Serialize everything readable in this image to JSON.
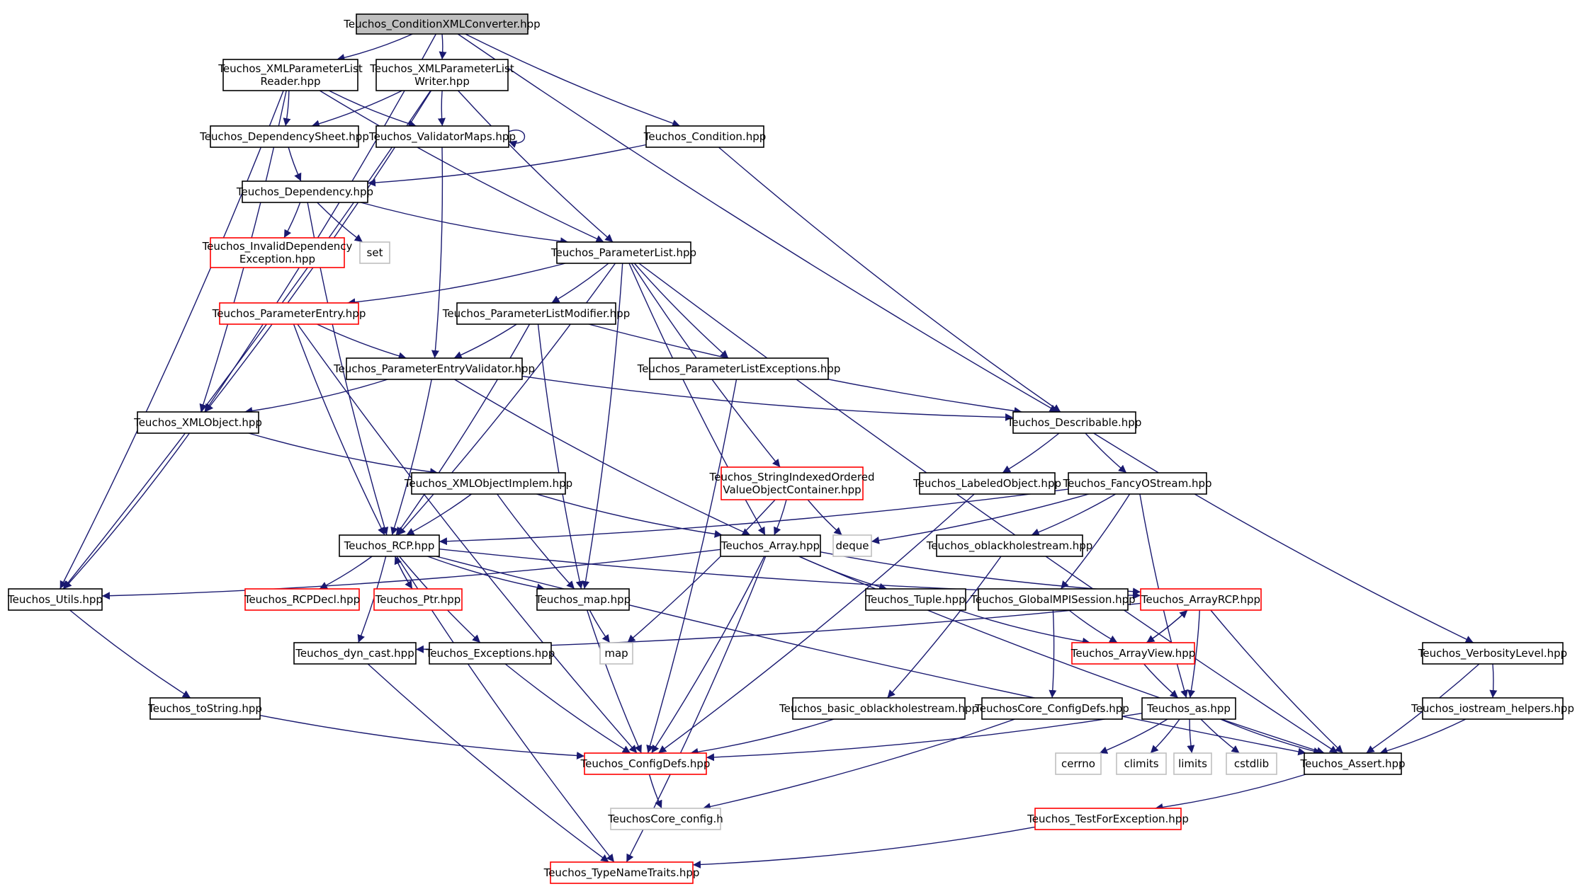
{
  "colors": {
    "edge": "#191970",
    "border_normal": "#000000",
    "border_truncated": "#ff0000",
    "border_external": "#bfbfbf",
    "root_fill": "#bfbfbf"
  },
  "nodes": [
    {
      "id": "root",
      "lines": [
        "Teuchos_ConditionXMLConverter.hpp"
      ],
      "kind": "root"
    },
    {
      "id": "reader",
      "lines": [
        "Teuchos_XMLParameterList",
        "Reader.hpp"
      ],
      "kind": "normal"
    },
    {
      "id": "writer",
      "lines": [
        "Teuchos_XMLParameterList",
        "Writer.hpp"
      ],
      "kind": "normal"
    },
    {
      "id": "depsheet",
      "lines": [
        "Teuchos_DependencySheet.hpp"
      ],
      "kind": "normal"
    },
    {
      "id": "valmaps",
      "lines": [
        "Teuchos_ValidatorMaps.hpp"
      ],
      "kind": "normal"
    },
    {
      "id": "condition",
      "lines": [
        "Teuchos_Condition.hpp"
      ],
      "kind": "normal"
    },
    {
      "id": "dependency",
      "lines": [
        "Teuchos_Dependency.hpp"
      ],
      "kind": "normal"
    },
    {
      "id": "invaliddep",
      "lines": [
        "Teuchos_InvalidDependency",
        "Exception.hpp"
      ],
      "kind": "truncated"
    },
    {
      "id": "set",
      "lines": [
        "set"
      ],
      "kind": "external"
    },
    {
      "id": "paramlist",
      "lines": [
        "Teuchos_ParameterList.hpp"
      ],
      "kind": "normal"
    },
    {
      "id": "paramentry",
      "lines": [
        "Teuchos_ParameterEntry.hpp"
      ],
      "kind": "truncated"
    },
    {
      "id": "plmodifier",
      "lines": [
        "Teuchos_ParameterListModifier.hpp"
      ],
      "kind": "normal"
    },
    {
      "id": "plexceptions",
      "lines": [
        "Teuchos_ParameterListExceptions.hpp"
      ],
      "kind": "normal"
    },
    {
      "id": "pevalidator",
      "lines": [
        "Teuchos_ParameterEntryValidator.hpp"
      ],
      "kind": "normal"
    },
    {
      "id": "xmlobject",
      "lines": [
        "Teuchos_XMLObject.hpp"
      ],
      "kind": "normal"
    },
    {
      "id": "describable",
      "lines": [
        "Teuchos_Describable.hpp"
      ],
      "kind": "normal"
    },
    {
      "id": "stringindexed",
      "lines": [
        "Teuchos_StringIndexedOrdered",
        "ValueObjectContainer.hpp"
      ],
      "kind": "truncated"
    },
    {
      "id": "labeled",
      "lines": [
        "Teuchos_LabeledObject.hpp"
      ],
      "kind": "normal"
    },
    {
      "id": "fancyostream",
      "lines": [
        "Teuchos_FancyOStream.hpp"
      ],
      "kind": "normal"
    },
    {
      "id": "xmlobjimpl",
      "lines": [
        "Teuchos_XMLObjectImplem.hpp"
      ],
      "kind": "normal"
    },
    {
      "id": "rcp",
      "lines": [
        "Teuchos_RCP.hpp"
      ],
      "kind": "normal"
    },
    {
      "id": "array",
      "lines": [
        "Teuchos_Array.hpp"
      ],
      "kind": "normal"
    },
    {
      "id": "deque",
      "lines": [
        "deque"
      ],
      "kind": "external"
    },
    {
      "id": "oblackhole",
      "lines": [
        "Teuchos_oblackholestream.hpp"
      ],
      "kind": "normal"
    },
    {
      "id": "utils",
      "lines": [
        "Teuchos_Utils.hpp"
      ],
      "kind": "normal"
    },
    {
      "id": "rcpdecl",
      "lines": [
        "Teuchos_RCPDecl.hpp"
      ],
      "kind": "truncated"
    },
    {
      "id": "ptr",
      "lines": [
        "Teuchos_Ptr.hpp"
      ],
      "kind": "truncated"
    },
    {
      "id": "maphpp",
      "lines": [
        "Teuchos_map.hpp"
      ],
      "kind": "normal"
    },
    {
      "id": "tuple",
      "lines": [
        "Teuchos_Tuple.hpp"
      ],
      "kind": "normal"
    },
    {
      "id": "globalmpi",
      "lines": [
        "Teuchos_GlobalMPISession.hpp"
      ],
      "kind": "normal"
    },
    {
      "id": "arrayrcp",
      "lines": [
        "Teuchos_ArrayRCP.hpp"
      ],
      "kind": "truncated"
    },
    {
      "id": "dyncast",
      "lines": [
        "Teuchos_dyn_cast.hpp"
      ],
      "kind": "normal"
    },
    {
      "id": "exceptions",
      "lines": [
        "Teuchos_Exceptions.hpp"
      ],
      "kind": "normal"
    },
    {
      "id": "map",
      "lines": [
        "map"
      ],
      "kind": "external"
    },
    {
      "id": "arrayview",
      "lines": [
        "Teuchos_ArrayView.hpp"
      ],
      "kind": "truncated"
    },
    {
      "id": "verbosity",
      "lines": [
        "Teuchos_VerbosityLevel.hpp"
      ],
      "kind": "normal"
    },
    {
      "id": "tostring",
      "lines": [
        "Teuchos_toString.hpp"
      ],
      "kind": "normal"
    },
    {
      "id": "basicoblack",
      "lines": [
        "Teuchos_basic_oblackholestream.hpp"
      ],
      "kind": "normal"
    },
    {
      "id": "coreconfigdefs",
      "lines": [
        "TeuchosCore_ConfigDefs.hpp"
      ],
      "kind": "normal"
    },
    {
      "id": "as",
      "lines": [
        "Teuchos_as.hpp"
      ],
      "kind": "normal"
    },
    {
      "id": "iostreamhelpers",
      "lines": [
        "Teuchos_iostream_helpers.hpp"
      ],
      "kind": "normal"
    },
    {
      "id": "configdefs",
      "lines": [
        "Teuchos_ConfigDefs.hpp"
      ],
      "kind": "truncated"
    },
    {
      "id": "cerrno",
      "lines": [
        "cerrno"
      ],
      "kind": "external"
    },
    {
      "id": "climits",
      "lines": [
        "climits"
      ],
      "kind": "external"
    },
    {
      "id": "limits",
      "lines": [
        "limits"
      ],
      "kind": "external"
    },
    {
      "id": "cstdlib",
      "lines": [
        "cstdlib"
      ],
      "kind": "external"
    },
    {
      "id": "assert",
      "lines": [
        "Teuchos_Assert.hpp"
      ],
      "kind": "normal"
    },
    {
      "id": "coreconfig",
      "lines": [
        "TeuchosCore_config.h"
      ],
      "kind": "external"
    },
    {
      "id": "testforexc",
      "lines": [
        "Teuchos_TestForException.hpp"
      ],
      "kind": "truncated"
    },
    {
      "id": "typenametraits",
      "lines": [
        "Teuchos_TypeNameTraits.hpp"
      ],
      "kind": "truncated"
    }
  ],
  "edges": [
    [
      "root",
      "reader"
    ],
    [
      "root",
      "writer"
    ],
    [
      "root",
      "condition"
    ],
    [
      "root",
      "describable"
    ],
    [
      "root",
      "xmlobject"
    ],
    [
      "reader",
      "depsheet"
    ],
    [
      "reader",
      "valmaps"
    ],
    [
      "reader",
      "paramlist"
    ],
    [
      "reader",
      "xmlobject"
    ],
    [
      "reader",
      "utils"
    ],
    [
      "writer",
      "depsheet"
    ],
    [
      "writer",
      "valmaps"
    ],
    [
      "writer",
      "paramlist"
    ],
    [
      "writer",
      "xmlobject"
    ],
    [
      "writer",
      "utils"
    ],
    [
      "depsheet",
      "dependency"
    ],
    [
      "valmaps",
      "valmaps"
    ],
    [
      "valmaps",
      "pevalidator"
    ],
    [
      "condition",
      "dependency"
    ],
    [
      "condition",
      "describable"
    ],
    [
      "dependency",
      "invaliddep"
    ],
    [
      "dependency",
      "set"
    ],
    [
      "dependency",
      "paramlist"
    ],
    [
      "dependency",
      "rcp"
    ],
    [
      "paramlist",
      "paramentry"
    ],
    [
      "paramlist",
      "plmodifier"
    ],
    [
      "paramlist",
      "plexceptions"
    ],
    [
      "paramlist",
      "stringindexed"
    ],
    [
      "paramlist",
      "rcp"
    ],
    [
      "paramlist",
      "array"
    ],
    [
      "paramlist",
      "maphpp"
    ],
    [
      "paramlist",
      "assert"
    ],
    [
      "paramentry",
      "pevalidator"
    ],
    [
      "paramentry",
      "rcp"
    ],
    [
      "paramentry",
      "configdefs"
    ],
    [
      "plmodifier",
      "pevalidator"
    ],
    [
      "plmodifier",
      "describable"
    ],
    [
      "plmodifier",
      "rcp"
    ],
    [
      "plmodifier",
      "maphpp"
    ],
    [
      "plexceptions",
      "configdefs"
    ],
    [
      "pevalidator",
      "xmlobject"
    ],
    [
      "pevalidator",
      "describable"
    ],
    [
      "pevalidator",
      "rcp"
    ],
    [
      "pevalidator",
      "array"
    ],
    [
      "xmlobject",
      "xmlobjimpl"
    ],
    [
      "xmlobject",
      "utils"
    ],
    [
      "describable",
      "labeled"
    ],
    [
      "describable",
      "fancyostream"
    ],
    [
      "describable",
      "verbosity"
    ],
    [
      "stringindexed",
      "array"
    ],
    [
      "stringindexed",
      "deque"
    ],
    [
      "stringindexed",
      "map"
    ],
    [
      "labeled",
      "configdefs"
    ],
    [
      "fancyostream",
      "rcp"
    ],
    [
      "fancyostream",
      "deque"
    ],
    [
      "fancyostream",
      "oblackhole"
    ],
    [
      "fancyostream",
      "globalmpi"
    ],
    [
      "fancyostream",
      "as"
    ],
    [
      "xmlobjimpl",
      "rcp"
    ],
    [
      "xmlobjimpl",
      "array"
    ],
    [
      "xmlobjimpl",
      "maphpp"
    ],
    [
      "rcp",
      "rcpdecl"
    ],
    [
      "rcp",
      "ptr"
    ],
    [
      "rcp",
      "maphpp"
    ],
    [
      "rcp",
      "dyncast"
    ],
    [
      "rcp",
      "exceptions"
    ],
    [
      "rcp",
      "arrayrcp"
    ],
    [
      "rcp",
      "assert"
    ],
    [
      "rcp",
      "typenametraits"
    ],
    [
      "ptr",
      "rcp"
    ],
    [
      "array",
      "utils"
    ],
    [
      "array",
      "tuple"
    ],
    [
      "array",
      "arrayrcp"
    ],
    [
      "array",
      "configdefs"
    ],
    [
      "array",
      "assert"
    ],
    [
      "array",
      "typenametraits"
    ],
    [
      "oblackhole",
      "basicoblack"
    ],
    [
      "utils",
      "tostring"
    ],
    [
      "maphpp",
      "map"
    ],
    [
      "maphpp",
      "configdefs"
    ],
    [
      "tuple",
      "arrayview"
    ],
    [
      "globalmpi",
      "arrayview"
    ],
    [
      "globalmpi",
      "coreconfigdefs"
    ],
    [
      "arrayrcp",
      "arrayview"
    ],
    [
      "arrayrcp",
      "as"
    ],
    [
      "arrayrcp",
      "assert"
    ],
    [
      "arrayrcp",
      "dyncast"
    ],
    [
      "arrayview",
      "arrayrcp"
    ],
    [
      "arrayview",
      "as"
    ],
    [
      "dyncast",
      "typenametraits"
    ],
    [
      "exceptions",
      "configdefs"
    ],
    [
      "verbosity",
      "iostreamhelpers"
    ],
    [
      "verbosity",
      "assert"
    ],
    [
      "tostring",
      "configdefs"
    ],
    [
      "basicoblack",
      "configdefs"
    ],
    [
      "coreconfigdefs",
      "coreconfig"
    ],
    [
      "as",
      "cerrno"
    ],
    [
      "as",
      "climits"
    ],
    [
      "as",
      "limits"
    ],
    [
      "as",
      "cstdlib"
    ],
    [
      "as",
      "assert"
    ],
    [
      "as",
      "configdefs"
    ],
    [
      "iostreamhelpers",
      "assert"
    ],
    [
      "configdefs",
      "coreconfig"
    ],
    [
      "assert",
      "testforexc"
    ],
    [
      "testforexc",
      "typenametraits"
    ]
  ]
}
